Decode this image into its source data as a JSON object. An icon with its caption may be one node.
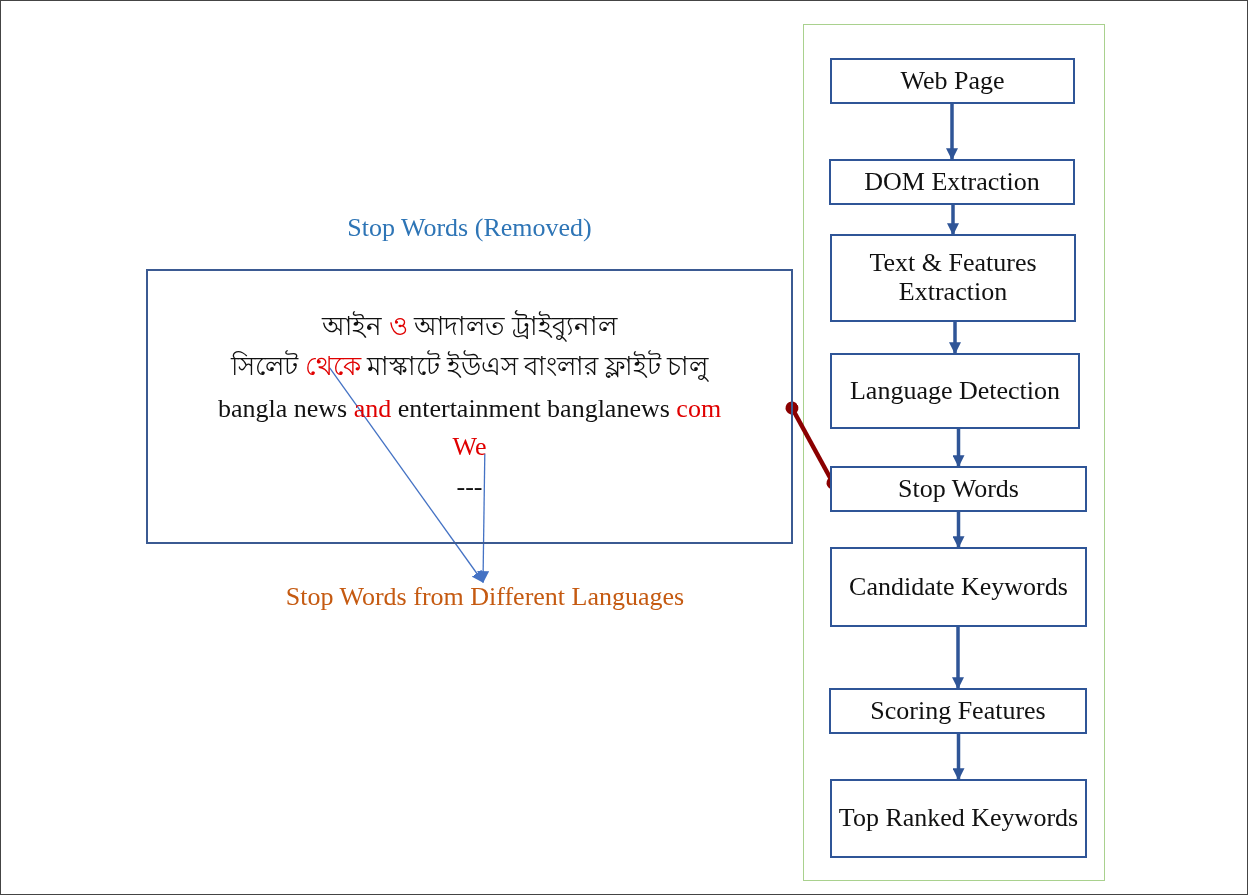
{
  "diagram": {
    "nodes": [
      {
        "text": [],
        "shape": "box"
      },
      {
        "text": [
          "Web Page"
        ],
        "in": 0
      },
      {
        "text": [
          "DOM Extraction"
        ],
        "in": 0
      },
      {
        "text": [
          "Text & Features Extraction"
        ],
        "in": 0
      },
      {
        "text": [
          "Language Detection"
        ],
        "in": 0
      },
      {
        "text": [
          "Stop Words"
        ],
        "in": 0
      },
      {
        "text": [
          "Candidate Keywords"
        ],
        "in": 0
      },
      {
        "text": [
          "Scoring Features"
        ],
        "in": 0
      },
      {
        "text": [
          "Top Ranked Keywords"
        ],
        "in": 0
      },
      {
        "text": [
          "Stop Words (Removed)",
          "আইন ও আদালত ট্রাইব্যুনাল",
          "সিলেট থেকে মাস্কাটে ইউএস বাংলার ফ্লাইট চালু",
          "bangla news and entertainment banglanews com",
          "We",
          "---"
        ]
      },
      {
        "text": [
          "Stop Words from Different Languages"
        ]
      }
    ],
    "edges": [
      {
        "from": 1,
        "to": 2,
        "arrow": "to"
      },
      {
        "from": 2,
        "to": 3,
        "arrow": "to"
      },
      {
        "from": 3,
        "to": 4,
        "arrow": "to"
      },
      {
        "from": 4,
        "to": 5,
        "arrow": "to"
      },
      {
        "from": 5,
        "to": 6,
        "arrow": "to"
      },
      {
        "from": 6,
        "to": 7,
        "arrow": "to"
      },
      {
        "from": 7,
        "to": 8,
        "arrow": "to"
      },
      {
        "from": 9,
        "to": 5,
        "arrow": "other",
        "color": "#8b0000"
      },
      {
        "from": 9,
        "to": 10,
        "arrow": "to",
        "color": "#4472c4"
      },
      {
        "from": 9,
        "to": 10,
        "arrow": "to",
        "color": "#4472c4"
      }
    ]
  }
}
